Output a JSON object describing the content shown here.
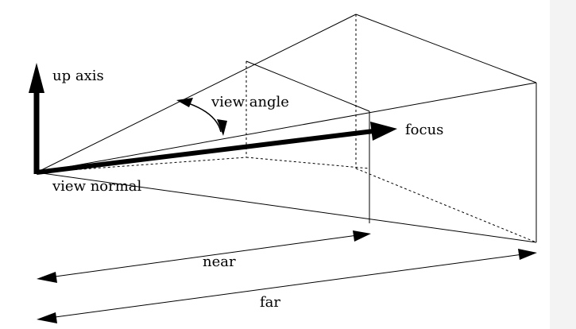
{
  "labels": {
    "up_axis": "up axis",
    "view_angle": "view angle",
    "focus": "focus",
    "view_normal": "view normal",
    "near": "near",
    "far": "far"
  },
  "colors": {
    "background": "#ffffff",
    "line": "#000000",
    "right_strip": "#f3f3f3"
  }
}
